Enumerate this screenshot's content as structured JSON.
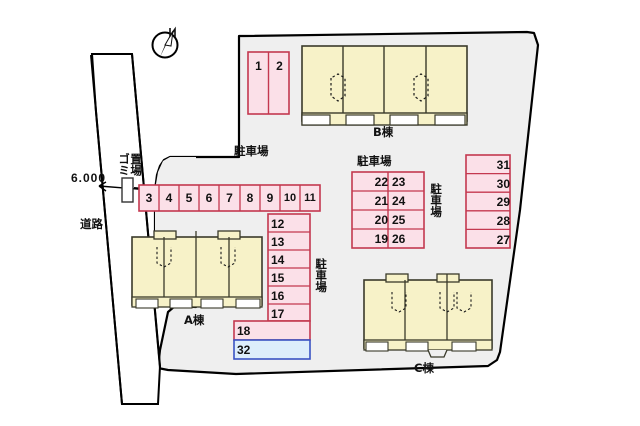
{
  "plan": {
    "title_note": "apartment site plan",
    "colors": {
      "stall_fill": "#fbe0e8",
      "stall_stroke": "#c4384f",
      "stall_fill_alt": "#ddeefb",
      "stall_stroke_alt": "#3a53c4",
      "building_fill": "#f7f2c8",
      "building_stroke": "#3a3a2a",
      "site_fill": "#efefef",
      "site_stroke": "#000000",
      "road_fill": "#ffffff",
      "text": "#111111"
    },
    "compass": {
      "name": "north-arrow",
      "label": "N"
    },
    "dimension": {
      "value": "6.000"
    },
    "labels": {
      "road": "道路",
      "gomi": "ゴミ\n置場",
      "gomi_line1": "ゴミ",
      "gomi_line2": "置場",
      "parking": "駐車場",
      "parking_top": "駐車場",
      "parking_b": "駐車場",
      "parking_mid": "駐車場",
      "parking_right": "駐車場",
      "building_a": "A棟",
      "building_b": "B棟",
      "building_c": "C棟"
    },
    "buildings": [
      {
        "id": "a",
        "label": "A棟",
        "units": 4
      },
      {
        "id": "b",
        "label": "B棟",
        "units": 4
      },
      {
        "id": "c",
        "label": "C棟",
        "units": 3
      }
    ],
    "parking_groups": [
      {
        "name": "top-pair",
        "orientation": "vertical-pair",
        "stalls": [
          "1",
          "2"
        ]
      },
      {
        "name": "upper-row",
        "orientation": "horizontal-row",
        "stalls": [
          "3",
          "4",
          "5",
          "6",
          "7",
          "8",
          "9",
          "10",
          "11"
        ]
      },
      {
        "name": "center-column",
        "orientation": "vertical-column",
        "stalls": [
          "12",
          "13",
          "14",
          "15",
          "16",
          "17"
        ]
      },
      {
        "name": "lower-wide",
        "orientation": "vertical-column",
        "stalls": [
          "18",
          "32"
        ]
      },
      {
        "name": "b-block-left",
        "orientation": "grid-left",
        "stalls": [
          "22",
          "21",
          "20",
          "19"
        ]
      },
      {
        "name": "b-block-right",
        "orientation": "grid-right",
        "stalls": [
          "23",
          "24",
          "25",
          "26"
        ]
      },
      {
        "name": "east-column",
        "orientation": "vertical-column",
        "stalls": [
          "31",
          "30",
          "29",
          "28",
          "27"
        ]
      }
    ],
    "stalls_flat": [
      "1",
      "2",
      "3",
      "4",
      "5",
      "6",
      "7",
      "8",
      "9",
      "10",
      "11",
      "12",
      "13",
      "14",
      "15",
      "16",
      "17",
      "18",
      "19",
      "20",
      "21",
      "22",
      "23",
      "24",
      "25",
      "26",
      "27",
      "28",
      "29",
      "30",
      "31",
      "32"
    ]
  }
}
